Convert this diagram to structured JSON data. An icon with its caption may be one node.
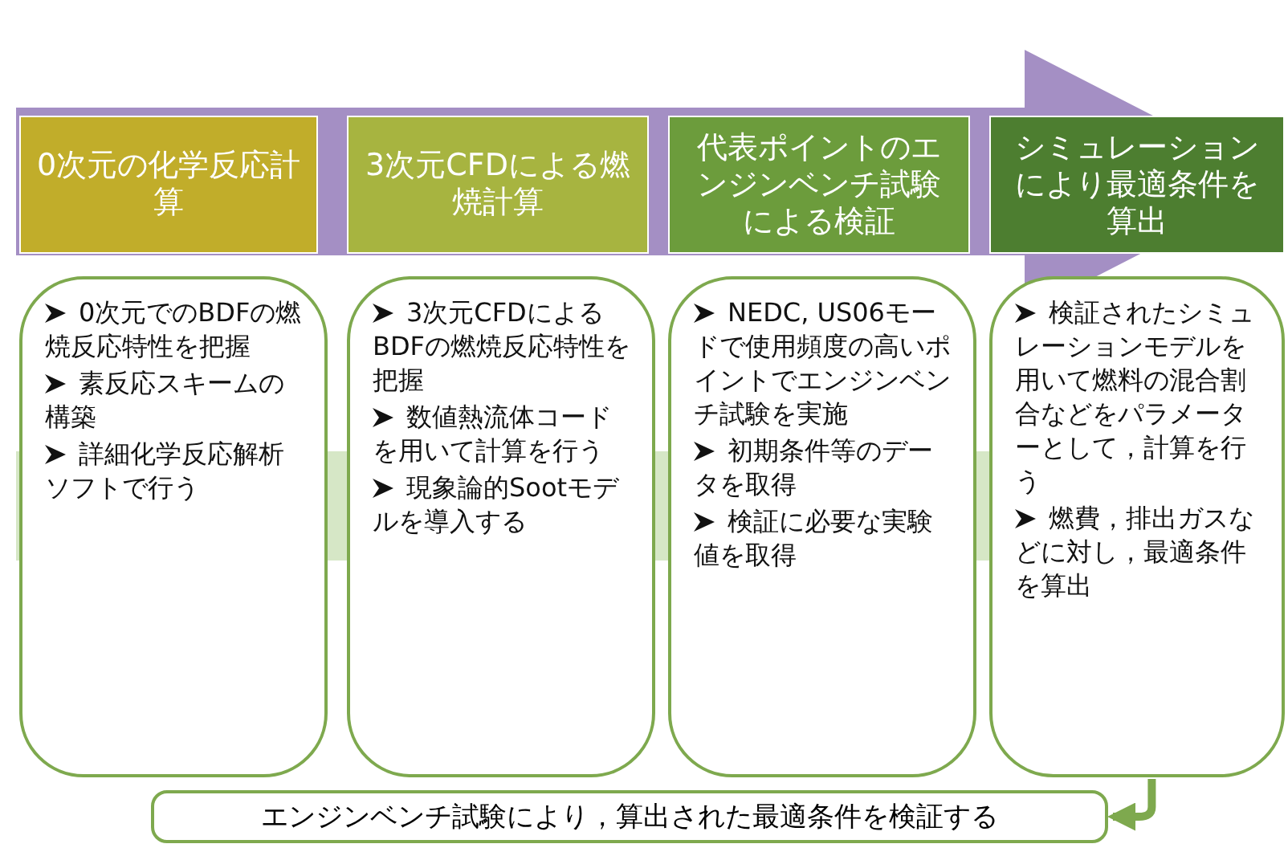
{
  "diagram": {
    "nodes": [
      {
        "text": [
          "0次元の化学反応計算"
        ]
      },
      {
        "text": [
          "3次元CFDによる燃焼計算"
        ]
      },
      {
        "text": [
          "代表ポイントのエンジンベンチ試験による検証"
        ]
      },
      {
        "text": [
          "シミュレーションにより最適条件を算出"
        ]
      },
      {
        "text": [
          "0次元でのBDFの燃焼反応特性を把握",
          "素反応スキームの構築",
          "詳細化学反応解析ソフトで行う"
        ]
      },
      {
        "text": [
          "3次元CFDによるBDFの燃焼反応特性を把握",
          "数値熱流体コードを用いて計算を行う",
          "現象論的Sootモデルを導入する"
        ]
      },
      {
        "text": [
          "NEDC, US06モードで使用頻度の高いポイントでエンジンベンチ試験を実施",
          "初期条件等のデータを取得",
          "検証に必要な実験値を取得"
        ]
      },
      {
        "text": [
          "検証されたシミュレーションモデルを用いて燃料の混合割合などをパラメーターとして，計算を行う",
          "燃費，排出ガスなどに対し，最適条件を算出"
        ]
      },
      {
        "text": [
          "エンジンベンチ試験により，算出された最適条件を検証する"
        ]
      }
    ],
    "edges": [
      {
        "from": 7,
        "to": 8,
        "arrow": "to"
      },
      {
        "from": 0,
        "to": 3,
        "arrow": "to",
        "color": "#a48fc4"
      },
      {
        "from": 4,
        "to": 7,
        "arrow": "to",
        "color": "#d6e7c6"
      }
    ]
  }
}
